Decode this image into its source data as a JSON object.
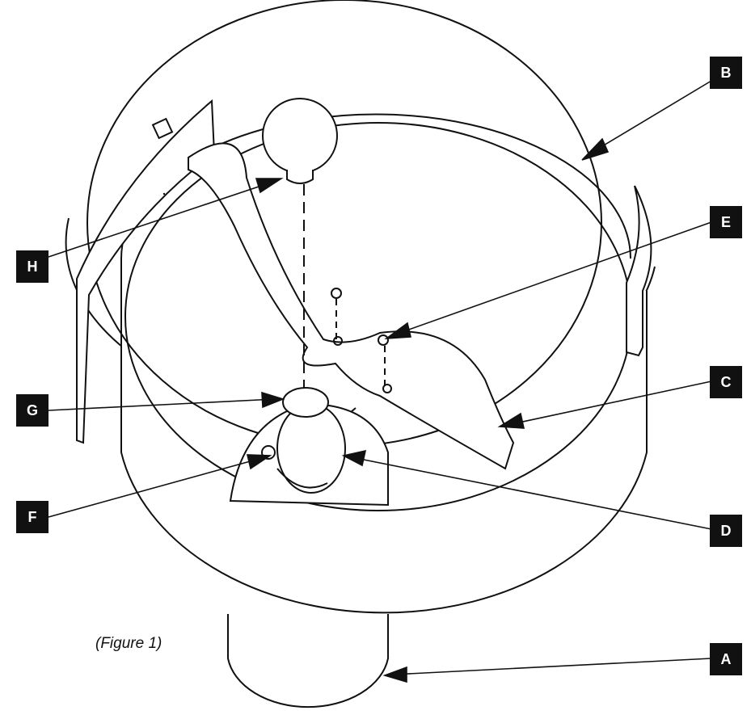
{
  "caption": "(Figure 1)",
  "callouts": [
    {
      "id": "A",
      "label": "A"
    },
    {
      "id": "B",
      "label": "B"
    },
    {
      "id": "C",
      "label": "C"
    },
    {
      "id": "D",
      "label": "D"
    },
    {
      "id": "E",
      "label": "E"
    },
    {
      "id": "F",
      "label": "F"
    },
    {
      "id": "G",
      "label": "G"
    },
    {
      "id": "H",
      "label": "H"
    }
  ],
  "colors": {
    "line": "#111111",
    "label_bg": "#111111",
    "label_text": "#ffffff"
  }
}
